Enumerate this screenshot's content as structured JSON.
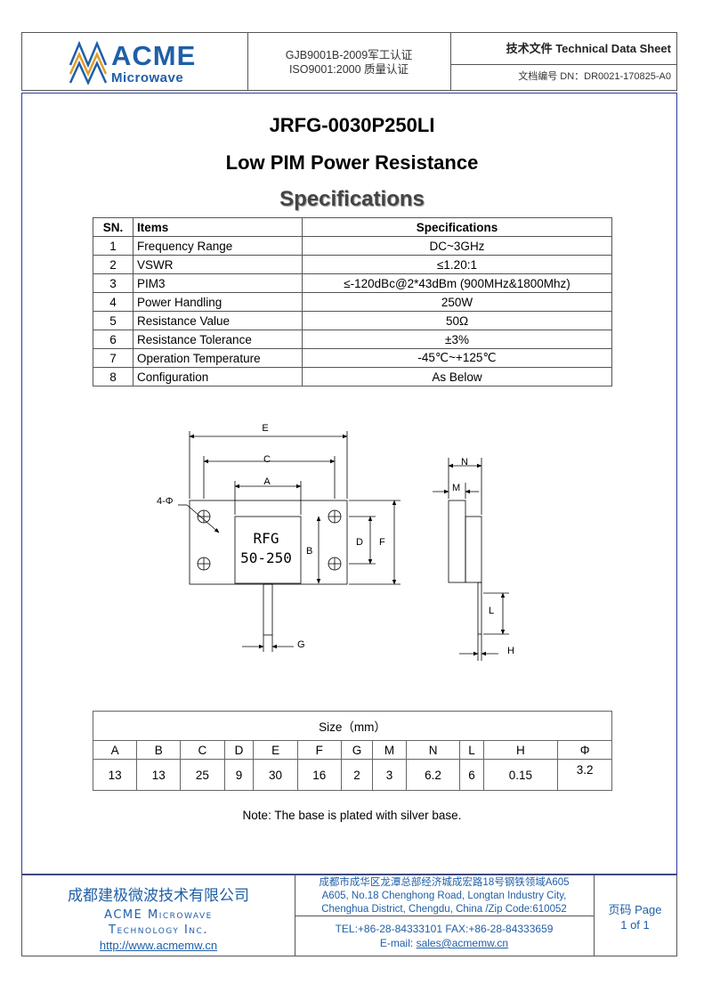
{
  "header": {
    "logo_main": "ACME",
    "logo_sub": "Microwave",
    "cert_line1": "GJB9001B-2009军工认证",
    "cert_line2": "ISO9001:2000 质量认证",
    "doc_type": "技术文件 Technical Data Sheet",
    "doc_number": "文档编号 DN：DR0021-170825-A0"
  },
  "title": {
    "model": "JRFG-0030P250LI",
    "name": "Low PIM Power Resistance",
    "section": "Specifications"
  },
  "spec_table": {
    "headers": [
      "SN.",
      "Items",
      "Specifications"
    ],
    "rows": [
      {
        "sn": "1",
        "item": "Frequency Range",
        "spec": "DC~3GHz"
      },
      {
        "sn": "2",
        "item": "VSWR",
        "spec": "≤1.20:1"
      },
      {
        "sn": "3",
        "item": "PIM3",
        "spec": "≤-120dBc@2*43dBm (900MHz&1800Mhz)"
      },
      {
        "sn": "4",
        "item": "Power Handling",
        "spec": "250W"
      },
      {
        "sn": "5",
        "item": "Resistance Value",
        "spec": "50Ω"
      },
      {
        "sn": "6",
        "item": "Resistance Tolerance",
        "spec": "±3%"
      },
      {
        "sn": "7",
        "item": "Operation Temperature",
        "spec": "-45℃~+125℃"
      },
      {
        "sn": "8",
        "item": "Configuration",
        "spec": "As Below"
      }
    ]
  },
  "drawing": {
    "labels": {
      "E": "E",
      "C": "C",
      "A": "A",
      "B": "B",
      "D": "D",
      "F": "F",
      "G": "G",
      "N": "N",
      "M": "M",
      "L": "L",
      "H": "H",
      "hole": "4-Φ"
    },
    "part_text1": "RFG",
    "part_text2": "50-250"
  },
  "size_table": {
    "title": "Size（mm）",
    "columns": [
      "A",
      "B",
      "C",
      "D",
      "E",
      "F",
      "G",
      "M",
      "N",
      "L",
      "H",
      "Φ"
    ],
    "values": [
      "13",
      "13",
      "25",
      "9",
      "30",
      "16",
      "2",
      "3",
      "6.2",
      "6",
      "0.15",
      "3.2"
    ]
  },
  "note": "Note: The base is plated with silver base.",
  "footer": {
    "company_cn": "成都建极微波技术有限公司",
    "company_en1": "ACME Microwave",
    "company_en2": "Technology Inc.",
    "url": "http://www.acmemw.cn",
    "addr_cn": "成都市成华区龙潭总部经济城成宏路18号钢铁领域A605",
    "addr_en1": "A605, No.18 Chenghong Road, Longtan Industry City,",
    "addr_en2": "Chenghua District, Chengdu, China /Zip Code:610052",
    "tel": "TEL:+86-28-84333101    FAX:+86-28-84333659",
    "email_label": "E-mail: ",
    "email": "sales@acmemw.cn",
    "page_label": "页码  Page",
    "page_num": "1 of 1"
  },
  "colors": {
    "brand": "#1f5fa8",
    "logo_orange": "#e39b2a"
  }
}
